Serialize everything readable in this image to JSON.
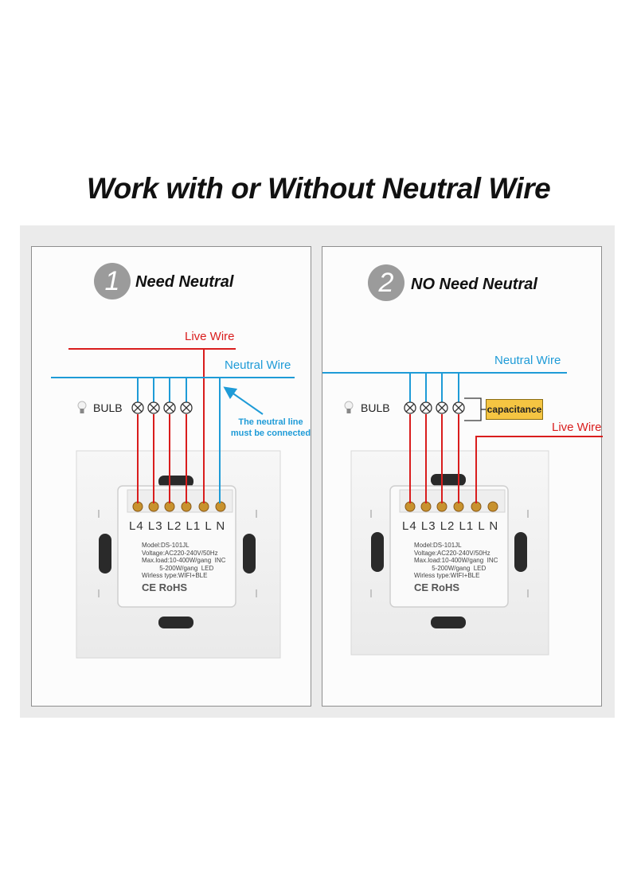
{
  "title": "Work with or Without Neutral Wire",
  "panels": [
    {
      "number": "1",
      "heading": "Need Neutral",
      "live_label": "Live Wire",
      "neutral_label": "Neutral Wire",
      "bulb_label": "BULB",
      "note_line1": "The neutral line",
      "note_line2": "must be connected"
    },
    {
      "number": "2",
      "heading": "NO Need Neutral",
      "live_label": "Live Wire",
      "neutral_label": "Neutral Wire",
      "bulb_label": "BULB",
      "capacitance_label": "capacitance"
    }
  ],
  "device": {
    "terminals": "L4 L3 L2 L1  L  N",
    "model": "Model:DS-101JL",
    "voltage": "Voltage:AC220-240V/50Hz",
    "maxload": "Max.load:10-400W/gang  INC",
    "maxload2": "5-200W/gang  LED",
    "wireless": "Wirless type:WIFI+BLE",
    "marks": "CE RoHS"
  },
  "colors": {
    "live": "#d91d1d",
    "neutral": "#1e9bd7",
    "capacitance": "#f5c542"
  }
}
